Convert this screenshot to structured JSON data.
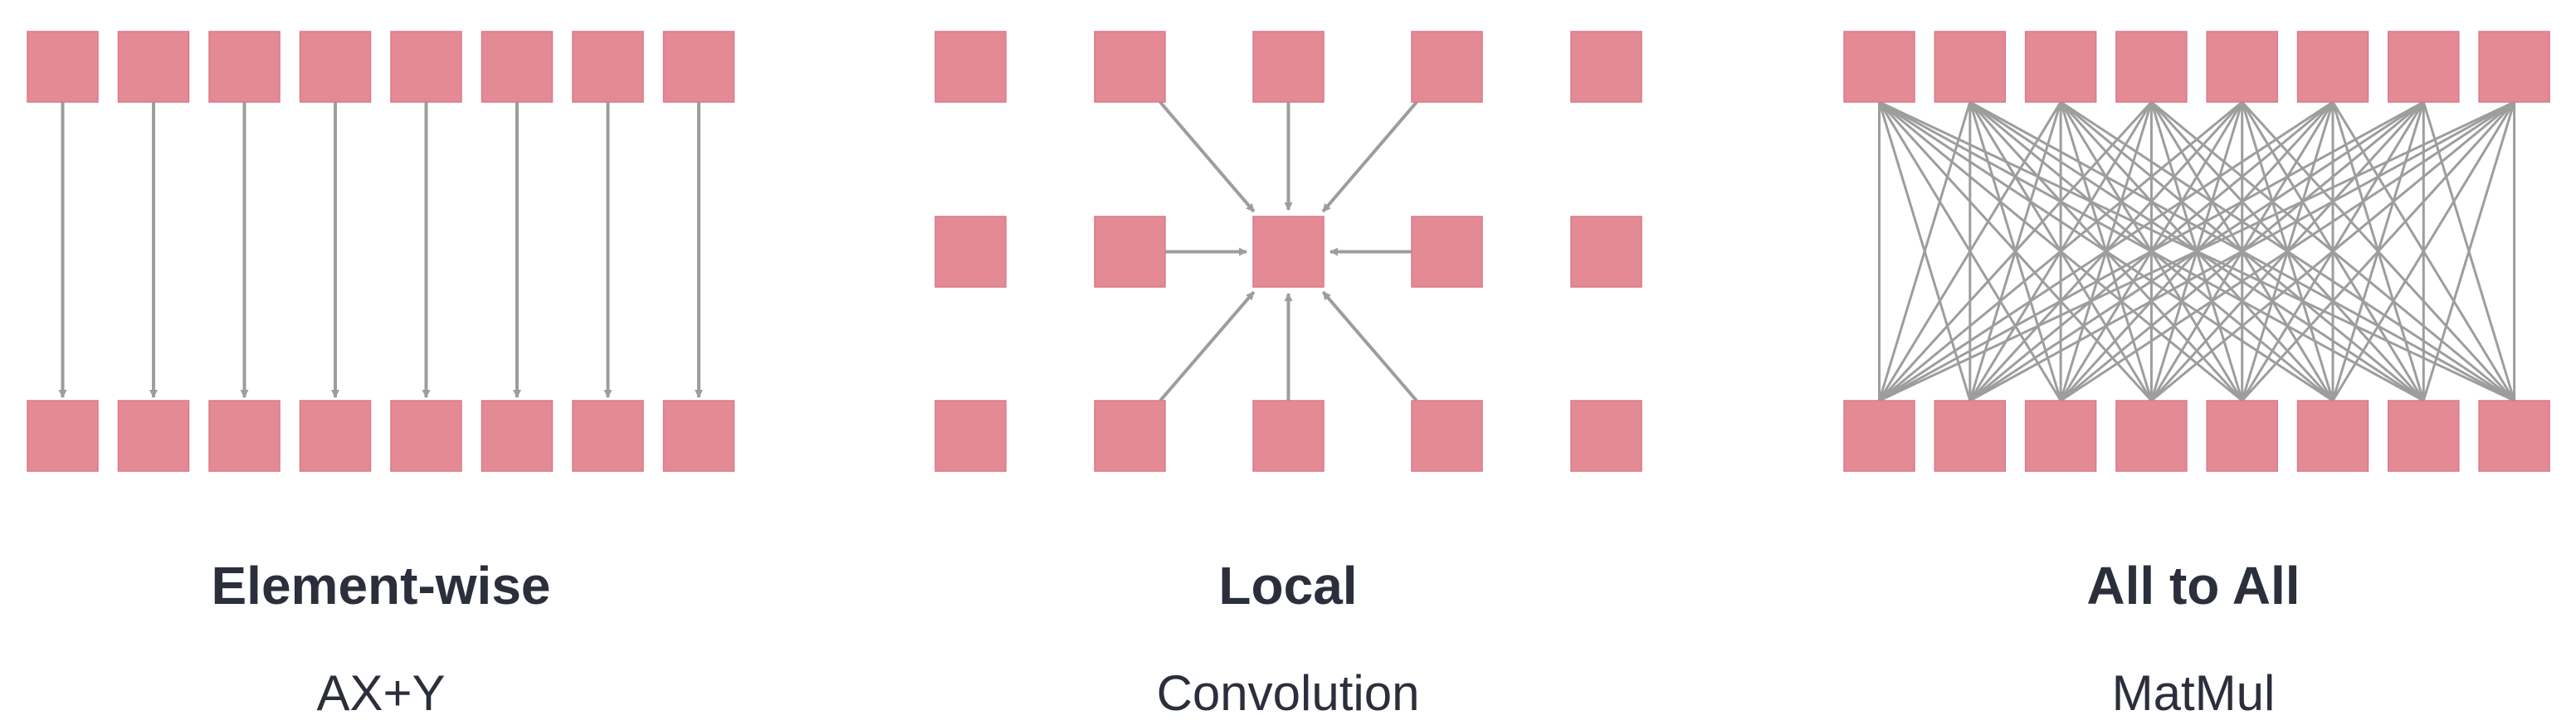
{
  "colors": {
    "cell": "#e48a95",
    "cell_border": "#d97a87",
    "line": "#9d9d9d",
    "text": "#2b2f3b"
  },
  "panels": [
    {
      "title": "Element-wise",
      "subtitle": "AX+Y"
    },
    {
      "title": "Local",
      "subtitle": "Convolution"
    },
    {
      "title": "All to All",
      "subtitle": "MatMul"
    }
  ]
}
